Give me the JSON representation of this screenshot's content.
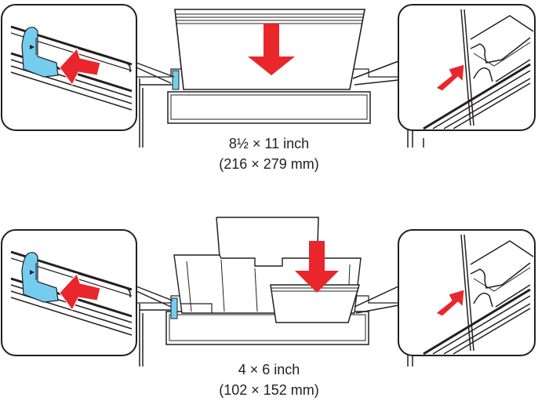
{
  "colors": {
    "arrow": "#e8262b",
    "guide": "#74cdee",
    "line": "#231f20",
    "background": "#ffffff"
  },
  "panels": [
    {
      "id": "letter",
      "caption_line1": "8½ × 11 inch",
      "caption_line2": "(216 × 279 mm)",
      "left_callout": "edge guide slide left",
      "center": "letter paper load down",
      "right_callout": "paper against right side"
    },
    {
      "id": "photo",
      "caption_line1": "4 × 6 inch",
      "caption_line2": "(102 × 152 mm)",
      "left_callout": "edge guide slide left",
      "center": "photo paper load down",
      "right_callout": "paper against right side"
    }
  ]
}
